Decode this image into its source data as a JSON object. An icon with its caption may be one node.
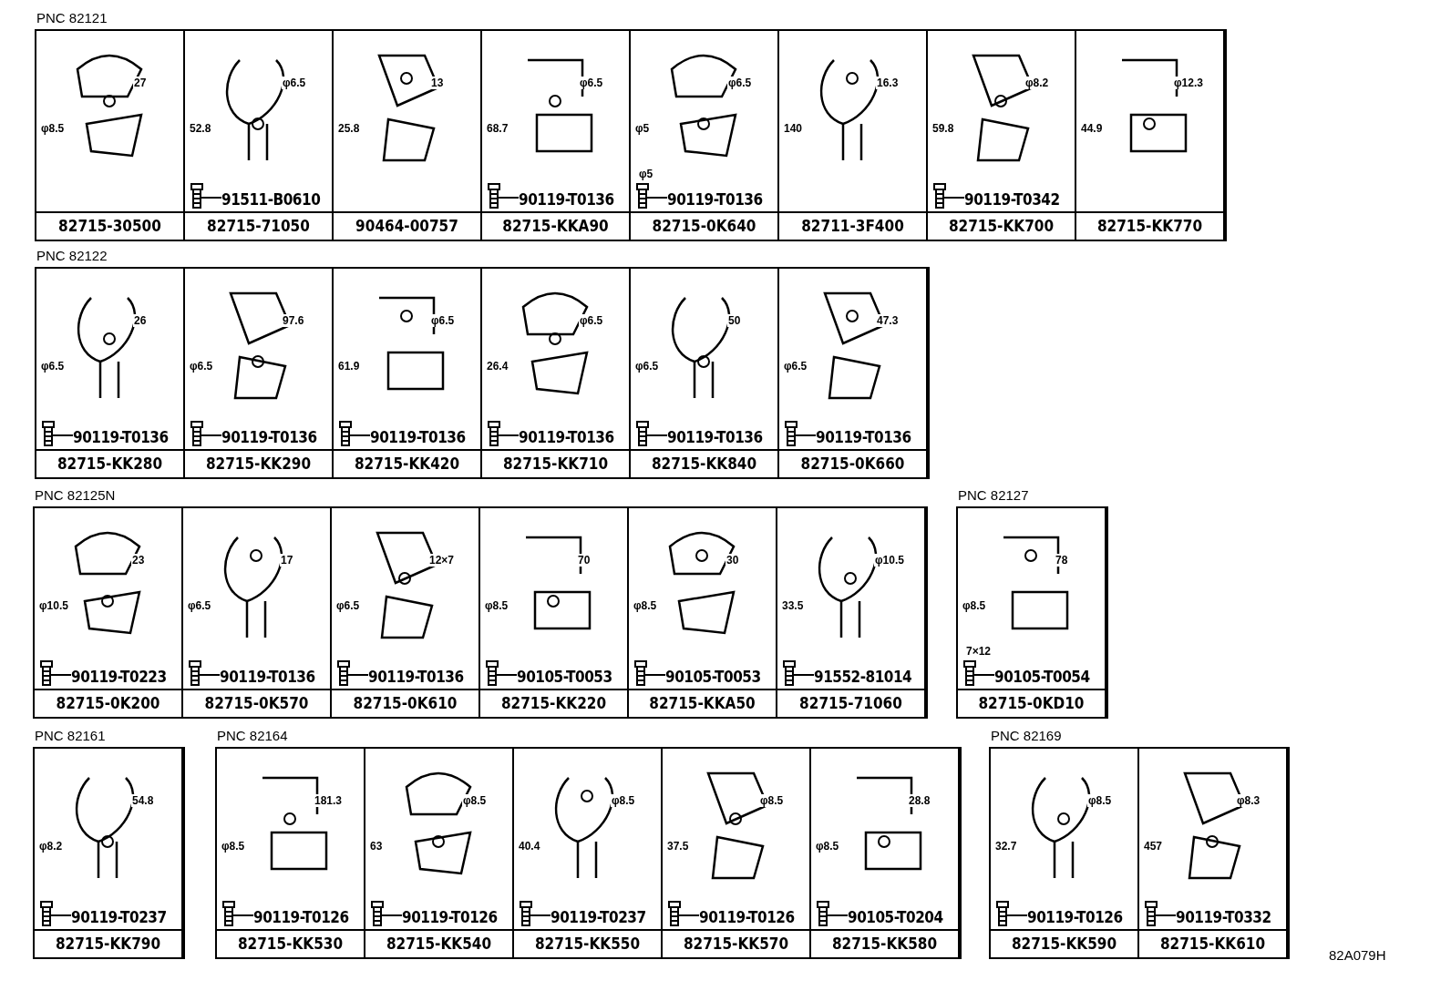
{
  "diagram": {
    "nodes": [
      {
        "text": [
          "PNC 82121"
        ]
      },
      {
        "text": [
          "27",
          "φ8.5",
          "82715-30500"
        ],
        "in": 0
      },
      {
        "text": [
          "φ6.5",
          "52.8",
          "91511-B0610",
          "82715-71050"
        ],
        "in": 0
      },
      {
        "text": [
          "13",
          "25.8",
          "90464-00757"
        ],
        "in": 0
      },
      {
        "text": [
          "φ6.5",
          "68.7",
          "90119-T0136",
          "82715-KKA90"
        ],
        "in": 0
      },
      {
        "text": [
          "φ6.5",
          "φ5",
          "φ5",
          "90119-T0136",
          "82715-0K640"
        ],
        "in": 0
      },
      {
        "text": [
          "16.3",
          "140",
          "82711-3F400"
        ],
        "in": 0
      },
      {
        "text": [
          "φ8.2",
          "59.8",
          "90119-T0342",
          "82715-KK700"
        ],
        "in": 0
      },
      {
        "text": [
          "φ12.3",
          "44.9",
          "82715-KK770"
        ],
        "in": 0
      },
      {
        "text": [
          "PNC 82122"
        ]
      },
      {
        "text": [
          "26",
          "φ6.5",
          "90119-T0136",
          "82715-KK280"
        ],
        "in": 9
      },
      {
        "text": [
          "97.6",
          "φ6.5",
          "90119-T0136",
          "82715-KK290"
        ],
        "in": 9
      },
      {
        "text": [
          "φ6.5",
          "61.9",
          "90119-T0136",
          "82715-KK420"
        ],
        "in": 9
      },
      {
        "text": [
          "φ6.5",
          "26.4",
          "90119-T0136",
          "82715-KK710"
        ],
        "in": 9
      },
      {
        "text": [
          "50",
          "φ6.5",
          "90119-T0136",
          "82715-KK840"
        ],
        "in": 9
      },
      {
        "text": [
          "47.3",
          "φ6.5",
          "90119-T0136",
          "82715-0K660"
        ],
        "in": 9
      },
      {
        "text": [
          "PNC 82125N"
        ]
      },
      {
        "text": [
          "23",
          "φ10.5",
          "90119-T0223",
          "82715-0K200"
        ],
        "in": 16
      },
      {
        "text": [
          "17",
          "φ6.5",
          "90119-T0136",
          "82715-0K570"
        ],
        "in": 16
      },
      {
        "text": [
          "12×7",
          "φ6.5",
          "90119-T0136",
          "82715-0K610"
        ],
        "in": 16
      },
      {
        "text": [
          "70",
          "φ8.5",
          "90105-T0053",
          "82715-KK220"
        ],
        "in": 16
      },
      {
        "text": [
          "30",
          "φ8.5",
          "90105-T0053",
          "82715-KKA50"
        ],
        "in": 16
      },
      {
        "text": [
          "φ10.5",
          "33.5",
          "91552-81014",
          "82715-71060"
        ],
        "in": 16
      },
      {
        "text": [
          "PNC 82127"
        ]
      },
      {
        "text": [
          "78",
          "φ8.5",
          "7×12",
          "90105-T0054",
          "82715-0KD10"
        ],
        "in": 23
      },
      {
        "text": [
          "PNC 82161"
        ]
      },
      {
        "text": [
          "54.8",
          "φ8.2",
          "90119-T0237",
          "82715-KK790"
        ],
        "in": 25
      },
      {
        "text": [
          "PNC 82164"
        ]
      },
      {
        "text": [
          "181.3",
          "φ8.5",
          "90119-T0126",
          "82715-KK530"
        ],
        "in": 27
      },
      {
        "text": [
          "φ8.5",
          "63",
          "90119-T0126",
          "82715-KK540"
        ],
        "in": 27
      },
      {
        "text": [
          "φ8.5",
          "40.4",
          "90119-T0237",
          "82715-KK550"
        ],
        "in": 27
      },
      {
        "text": [
          "φ8.5",
          "37.5",
          "90119-T0126",
          "82715-KK570"
        ],
        "in": 27
      },
      {
        "text": [
          "28.8",
          "φ8.5",
          "90105-T0204",
          "82715-KK580"
        ],
        "in": 27
      },
      {
        "text": [
          "PNC 82169"
        ]
      },
      {
        "text": [
          "φ8.5",
          "32.7",
          "90119-T0126",
          "82715-KK590"
        ],
        "in": 33
      },
      {
        "text": [
          "φ8.3",
          "457",
          "90119-T0332",
          "82715-KK610"
        ],
        "in": 33
      }
    ],
    "labels": [
      "82A079H"
    ]
  }
}
